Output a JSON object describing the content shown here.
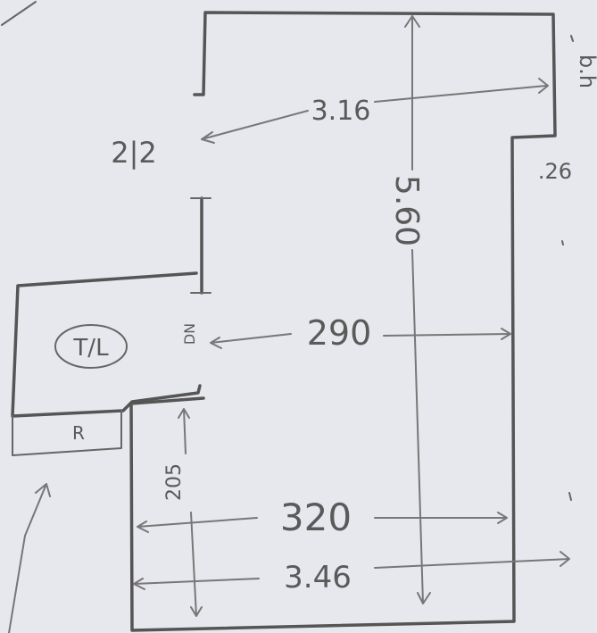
{
  "labels": {
    "toilet": "T/L",
    "room_r": "R",
    "door_dn": "DN",
    "opening_left": "2|2",
    "width_top": "3.16",
    "height_overall": "5.60",
    "width_middle": "290",
    "height_small": "205",
    "width_lower": "320",
    "width_bottom": "3.46",
    "right_offset": ".26",
    "top_right_note": "b.h"
  },
  "colors": {
    "paper": "#e7e7ee",
    "pencil": "#555555"
  }
}
